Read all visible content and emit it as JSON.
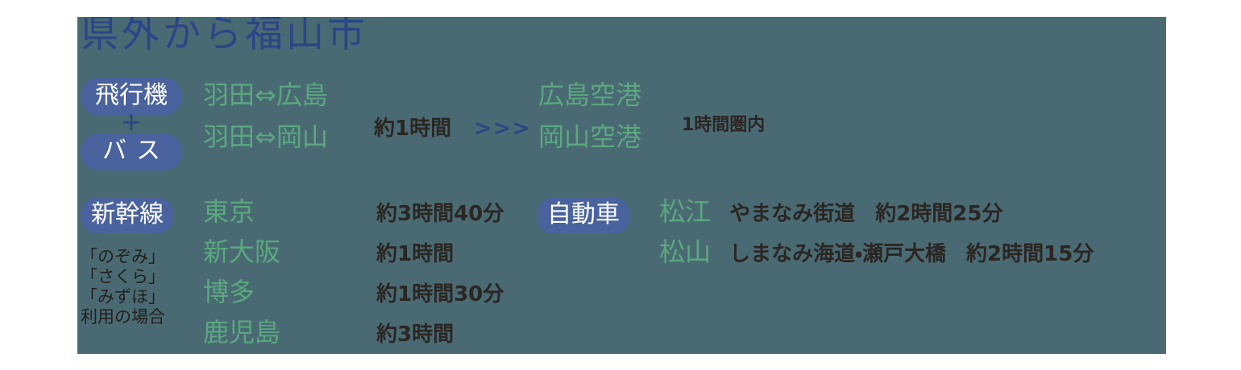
{
  "panel": {
    "background_color": "#4a6a73",
    "title": "県外から福山市"
  },
  "colors": {
    "title_blue": "#2c4488",
    "badge_blue": "#4a639e",
    "place_green": "#5aa880",
    "text_dark": "#2b2622",
    "panel_slate": "#4a6a73"
  },
  "air_bus": {
    "air_badge": "飛行機",
    "plus": "＋",
    "bus_badge": "バス",
    "routes": [
      "羽田⇔広島",
      "羽田⇔岡山"
    ],
    "flight_duration": "約1時間",
    "arrow": ">>>",
    "airports": [
      "広島空港",
      "岡山空港"
    ],
    "airport_range": "1時間圏内"
  },
  "shinkansen": {
    "badge": "新幹線",
    "note_lines": [
      "「のぞみ」",
      "「さくら」",
      "「みずほ」",
      "利用の場合"
    ],
    "rows": [
      {
        "origin": "東京",
        "duration": "約3時間40分"
      },
      {
        "origin": "新大阪",
        "duration": "約1時間"
      },
      {
        "origin": "博多",
        "duration": "約1時間30分"
      },
      {
        "origin": "鹿児島",
        "duration": "約3時間"
      }
    ]
  },
  "car": {
    "badge": "自動車",
    "rows": [
      {
        "origin": "松江",
        "route": "やまなみ街道",
        "duration": "約2時間25分"
      },
      {
        "origin": "松山",
        "route": "しまなみ海道・瀬戸大橋",
        "duration": "約2時間15分"
      }
    ]
  }
}
